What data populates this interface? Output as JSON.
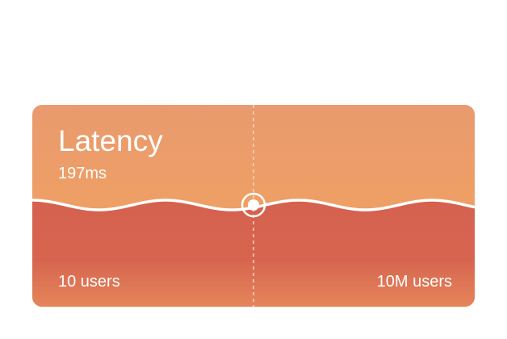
{
  "card": {
    "title": "Latency",
    "value": "197ms",
    "min_label": "10 users",
    "max_label": "10M users",
    "slider_position": 0.5,
    "colors": {
      "top": "#ee9f66",
      "bottom": "#d5624f",
      "line": "#ffffff"
    }
  }
}
